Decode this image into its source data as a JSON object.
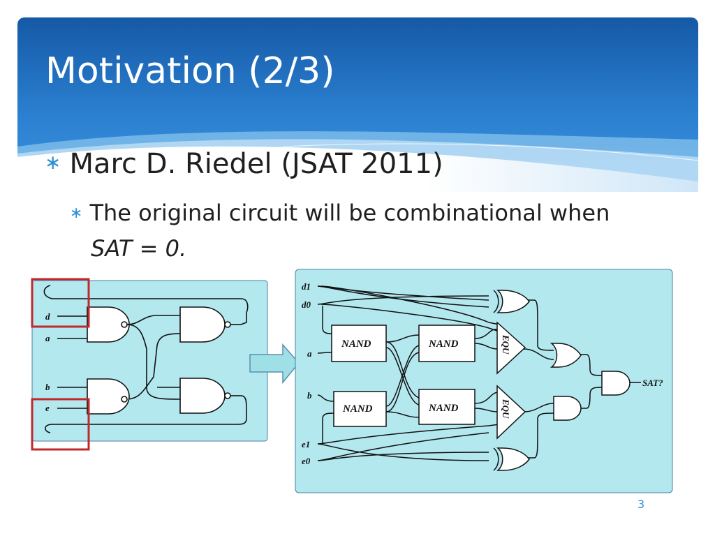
{
  "slide": {
    "title": "Motivation (2/3)",
    "bullet_level1": "Marc D. Riedel (JSAT 2011)",
    "bullet_level2_line1": "The original circuit will be combinational when",
    "bullet_level2_line2": "SAT = 0.",
    "page_number": "3"
  },
  "left_circuit": {
    "inputs": [
      "d",
      "a",
      "b",
      "e"
    ]
  },
  "right_circuit": {
    "inputs": [
      "d1",
      "d0",
      "a",
      "b",
      "e1",
      "e0"
    ],
    "nand_labels": [
      "NAND",
      "NAND",
      "NAND",
      "NAND"
    ],
    "equ_labels": [
      "EQU",
      "EQU"
    ],
    "output_label": "SAT?"
  },
  "colors": {
    "header_blue": "#1a64b0",
    "panel_fill": "#b3e8ef",
    "highlight_red": "#c0282c",
    "arrow_fill": "#9fdfe6",
    "bullet_blue": "#2e8fd6"
  }
}
